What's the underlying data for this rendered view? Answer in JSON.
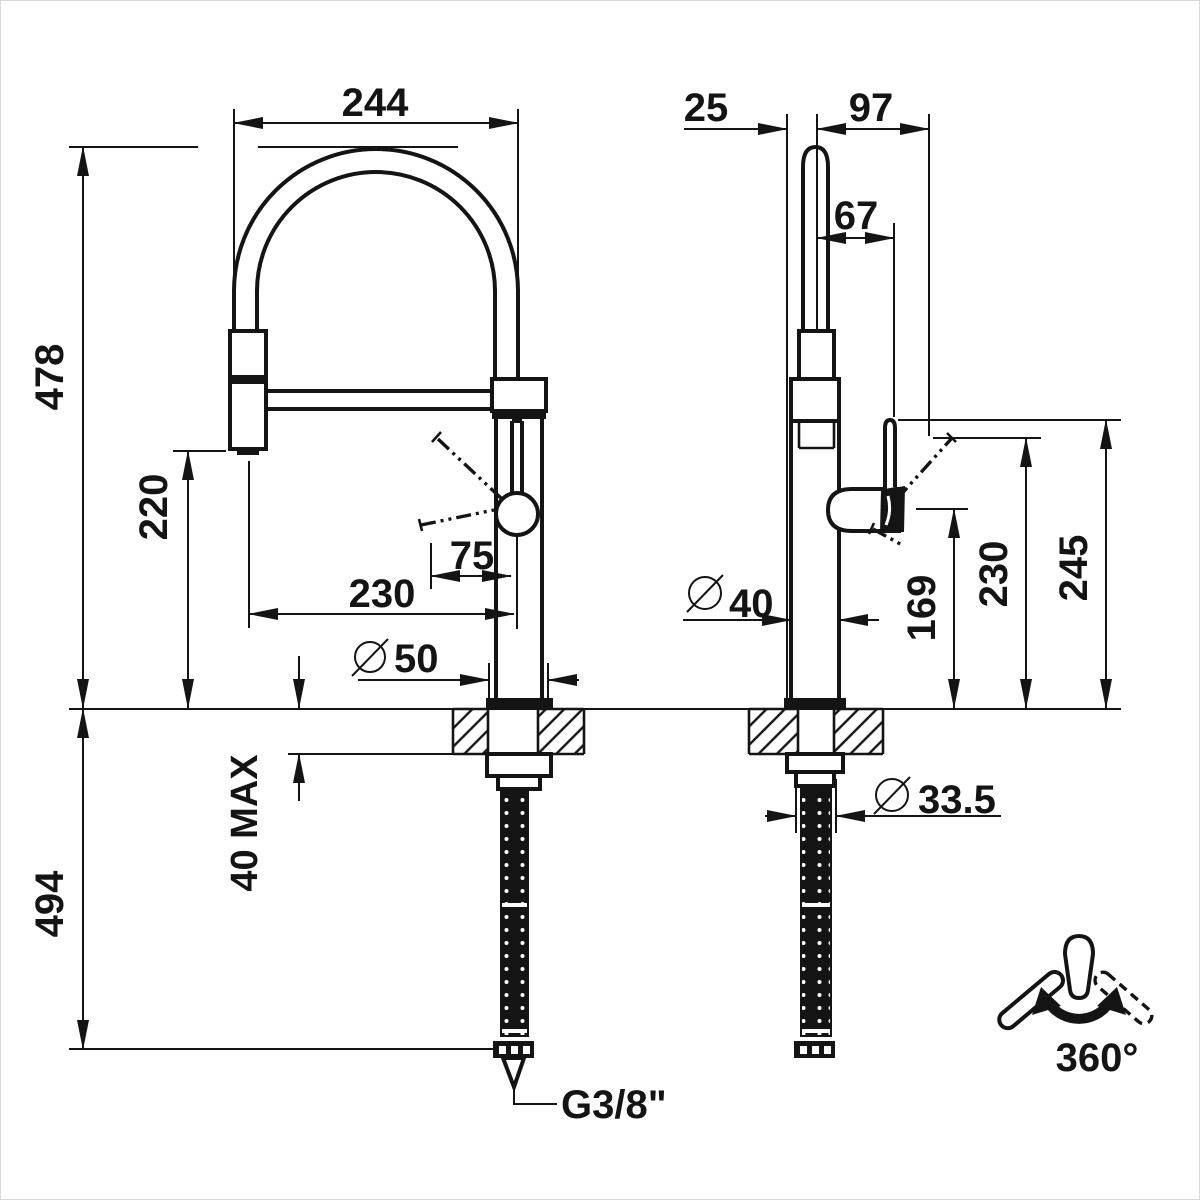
{
  "page": {
    "background": "#ffffff",
    "line_color": "#141414",
    "border_color": "#d9d9d9"
  },
  "front_view": {
    "spout_width": "244",
    "overall_height": "478",
    "spray_head_height": "220",
    "spray_reach": "230",
    "handle_reach": "75",
    "base_diameter": {
      "symbol": "⌀",
      "value": "50"
    },
    "counter_thickness": "40 MAX",
    "below_counter_length": "494",
    "thread_label": "G3/8\""
  },
  "side_view": {
    "front_offset": "25",
    "top_depth": "97",
    "handle_offset": "67",
    "body_diameter": {
      "symbol": "⌀",
      "value": "40"
    },
    "handle_base_height": "169",
    "handle_tilt_height": "230",
    "handle_top_height": "245",
    "hole_diameter": {
      "symbol": "⌀",
      "value": "33.5"
    }
  },
  "rotation_note": {
    "label": "360°"
  }
}
